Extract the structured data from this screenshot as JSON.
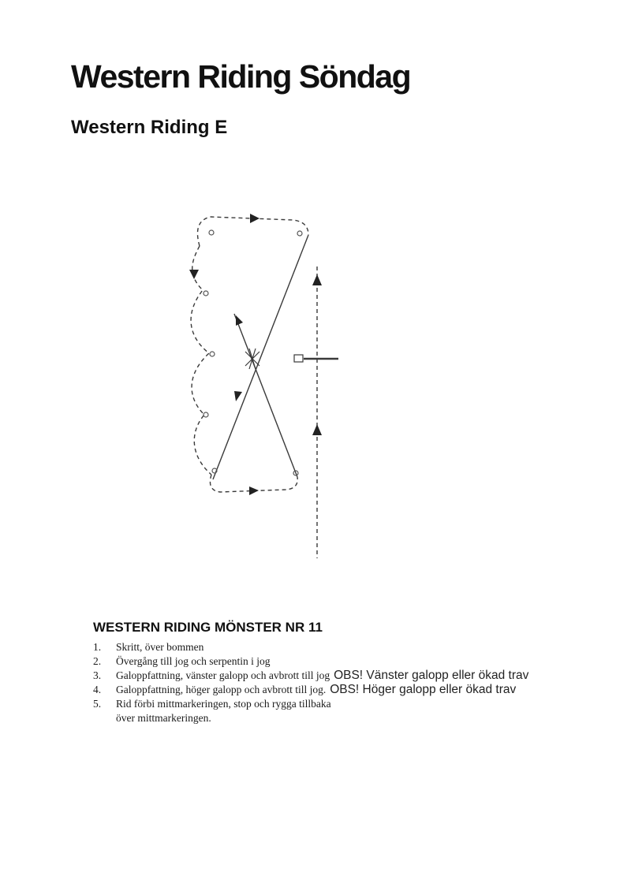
{
  "page": {
    "title": "Western Riding Söndag",
    "subtitle": "Western Riding E"
  },
  "colors": {
    "ink": "#1a1a1a",
    "diagram_stroke": "#3a3a3a"
  },
  "pattern": {
    "heading": "WESTERN RIDING MÖNSTER NR 11",
    "items": [
      {
        "num": "1.",
        "text": "Skritt, över bommen",
        "obs": ""
      },
      {
        "num": "2.",
        "text": "Övergång till jog och serpentin i jog",
        "obs": ""
      },
      {
        "num": "3.",
        "text": "Galoppfattning, vänster galopp och avbrott till jog",
        "obs": "OBS! Vänster galopp eller ökad trav"
      },
      {
        "num": "4.",
        "text": "Galoppfattning, höger galopp och avbrott till jog.",
        "obs": "OBS! Höger galopp eller ökad trav"
      },
      {
        "num": "5.",
        "text": "Rid förbi mittmarkeringen, stop och rygga tillbaka",
        "obs": ""
      },
      {
        "num": "",
        "text": "över mittmarkeringen.",
        "obs": ""
      }
    ]
  }
}
